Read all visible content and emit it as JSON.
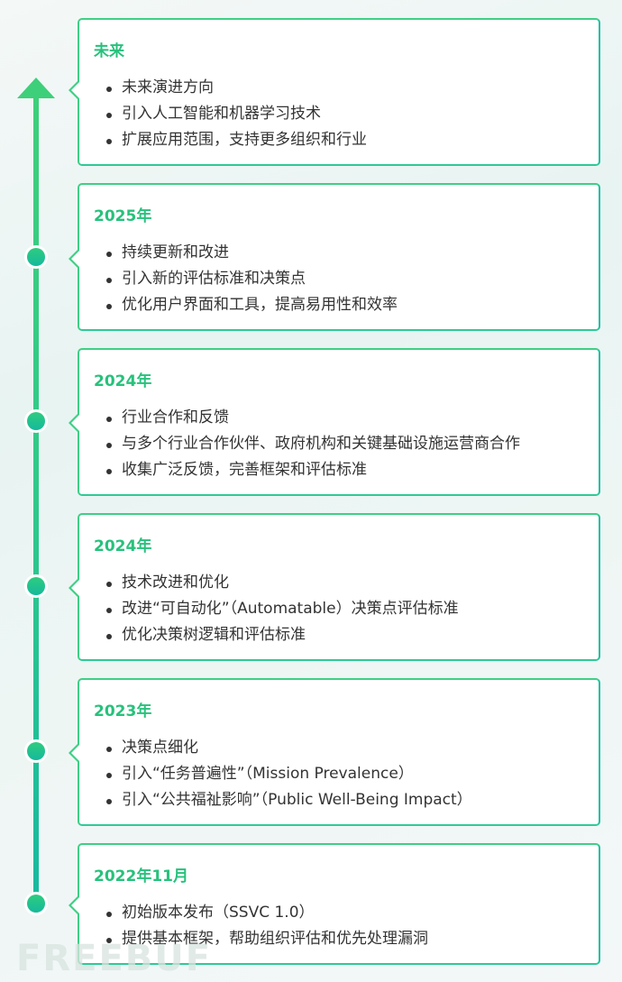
{
  "timeline": {
    "arrow_color": "#3ecf7a",
    "accent_color": "#27c17c",
    "cards": [
      {
        "title": "未来",
        "items": [
          "未来演进方向",
          "引入人工智能和机器学习技术",
          "扩展应用范围，支持更多组织和行业"
        ]
      },
      {
        "title": "2025年",
        "items": [
          "持续更新和改进",
          "引入新的评估标准和决策点",
          "优化用户界面和工具，提高易用性和效率"
        ]
      },
      {
        "title": "2024年",
        "items": [
          " 行业合作和反馈",
          "与多个行业合作伙伴、政府机构和关键基础设施运营商合作",
          "收集广泛反馈，完善框架和评估标准"
        ]
      },
      {
        "title": "2024年",
        "items": [
          "技术改进和优化",
          "改进“可自动化”（Automatable）决策点评估标准",
          "优化决策树逻辑和评估标准"
        ]
      },
      {
        "title": "2023年",
        "items": [
          "决策点细化",
          "引入“任务普遍性”（Mission Prevalence）",
          "引入“公共福祉影响”（Public Well-Being Impact）"
        ]
      },
      {
        "title": "2022年11月",
        "items": [
          "初始版本发布（SSVC 1.0）",
          "提供基本框架，帮助组织评估和优先处理漏洞"
        ]
      }
    ]
  },
  "watermark": "FREEBUF"
}
